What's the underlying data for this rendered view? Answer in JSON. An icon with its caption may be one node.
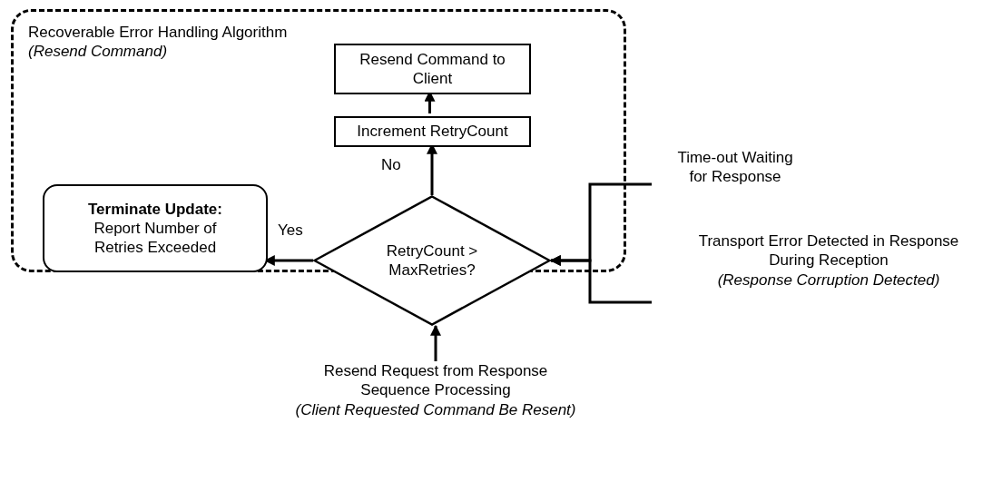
{
  "diagram": {
    "nodes": [
      {
        "text": [
          "Recoverable Error Handling Algorithm",
          "(Resend Command)"
        ]
      },
      {
        "text": [
          "Resend Command to Client"
        ],
        "in": 0
      },
      {
        "text": [
          "Increment RetryCount"
        ],
        "in": 0
      },
      {
        "text": [
          "RetryCount > MaxRetries?"
        ]
      },
      {
        "text": [
          "Terminate Update:",
          "Report Number of Retries Exceeded"
        ],
        "in": 0
      },
      {
        "text": [
          "Time-out Waiting for Response"
        ]
      },
      {
        "text": [
          "Transport Error Detected in Response During Reception",
          "(Response Corruption Detected)"
        ]
      },
      {
        "text": [
          "Resend Request from Response Sequence Processing",
          "(Client Requested Command Be Resent)"
        ]
      }
    ],
    "edges": [
      {
        "from": 2,
        "to": 1,
        "arrow": "to"
      },
      {
        "from": 3,
        "to": 2,
        "arrow": "to",
        "label": "No"
      },
      {
        "from": 3,
        "to": 4,
        "arrow": "to",
        "label": "Yes"
      },
      {
        "from": 5,
        "to": 3,
        "arrow": "to"
      },
      {
        "from": 6,
        "to": 3,
        "arrow": "to"
      },
      {
        "from": 7,
        "to": 3,
        "arrow": "to"
      }
    ]
  }
}
